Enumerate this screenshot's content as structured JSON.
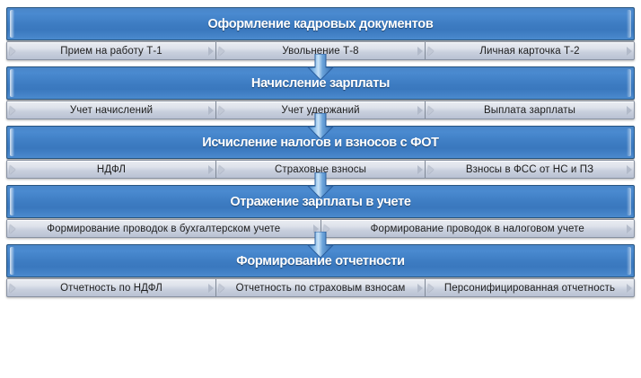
{
  "diagram": {
    "type": "vertical-process-flow",
    "title_color": "#ffffff",
    "header_color": "#3d7cc2",
    "sub_color": "#dfe3eb",
    "arrow_icon": "down-arrow-icon",
    "chevron_icon": "chevron-right-icon",
    "stages": [
      {
        "title": "Оформление кадровых документов",
        "items": [
          "Прием на работу Т-1",
          "Увольнение Т-8",
          "Личная карточка Т-2"
        ]
      },
      {
        "title": "Начисление зарплаты",
        "items": [
          "Учет начислений",
          "Учет удержаний",
          "Выплата зарплаты"
        ]
      },
      {
        "title": "Исчисление налогов и взносов  с ФОТ",
        "items": [
          "НДФЛ",
          "Страховые взносы",
          "Взносы в ФСС от НС и ПЗ"
        ]
      },
      {
        "title": "Отражение зарплаты в учете",
        "items": [
          "Формирование проводок в бухгалтерском учете",
          "Формирование проводок в налоговом учете"
        ]
      },
      {
        "title": "Формирование отчетности",
        "items": [
          "Отчетность по НДФЛ",
          "Отчетность по страховым взносам",
          "Персонифицированная отчетность"
        ]
      }
    ]
  }
}
